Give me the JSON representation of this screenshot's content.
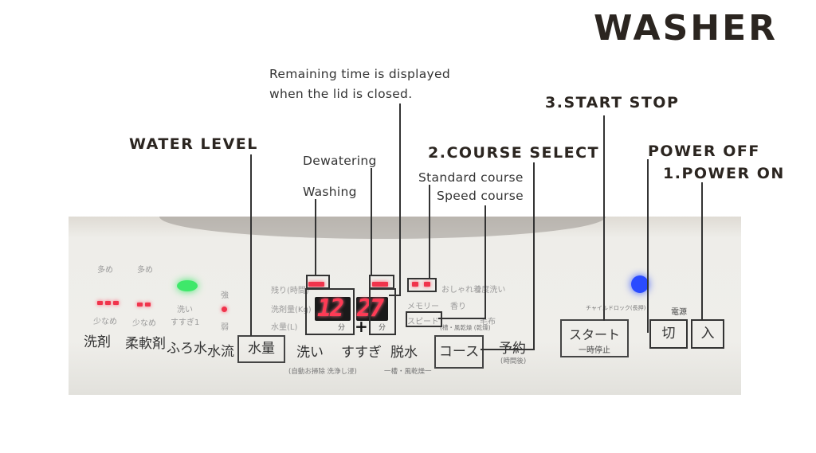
{
  "title": "WASHER",
  "callouts": {
    "remaining_time_1": "Remaining time is displayed",
    "remaining_time_2": "when the lid is closed.",
    "start_stop": "3.START STOP",
    "water_level": "WATER LEVEL",
    "course_select": "2.COURSE SELECT",
    "power_off": "POWER OFF",
    "power_on": "1.POWER ON",
    "dewatering": "Dewatering",
    "washing": "Washing",
    "standard_course": "Standard course",
    "speed_course": "Speed course"
  },
  "panel": {
    "buttons": {
      "detergent": "洗剤",
      "softener": "柔軟剤",
      "bath_water": "ふろ水",
      "water_flow": "水流",
      "water_amount": "水量",
      "wash": "洗い",
      "rinse": "すすぎ",
      "spin": "脱水",
      "course": "コース",
      "reserve": "予約",
      "start": "スタート",
      "pause": "一時停止",
      "off": "切",
      "on": "入"
    },
    "sublabels": {
      "wash_sub": "(自動お掃除 洗浄し浸)",
      "spin_sub": "一槽・風乾燥一",
      "course_sub": "(槽・風乾燥 (乾燥)",
      "reserve_sub": "(時間後)",
      "power": "電源",
      "minute": "分",
      "plus": "+",
      "child_lock": "チャイルドロック(長押)",
      "many1": "多め",
      "few1": "少なめ",
      "many2": "多め",
      "few2": "少なめ",
      "wash_rinse": "洗い",
      "rinse1": "すすぎ1",
      "strong": "強",
      "weak": "弱",
      "memory": "メモリー",
      "speed": "スピード",
      "scent": "香り",
      "fashionable": "おしゃれ着",
      "two_rinse": "2度洗い",
      "blanket": "毛布"
    },
    "display": {
      "wash_time": "12",
      "rinse_time": "27"
    },
    "colors": {
      "led_red": "#f0344c",
      "led_green": "#3ee86a",
      "led_blue": "#2a4bff"
    }
  }
}
